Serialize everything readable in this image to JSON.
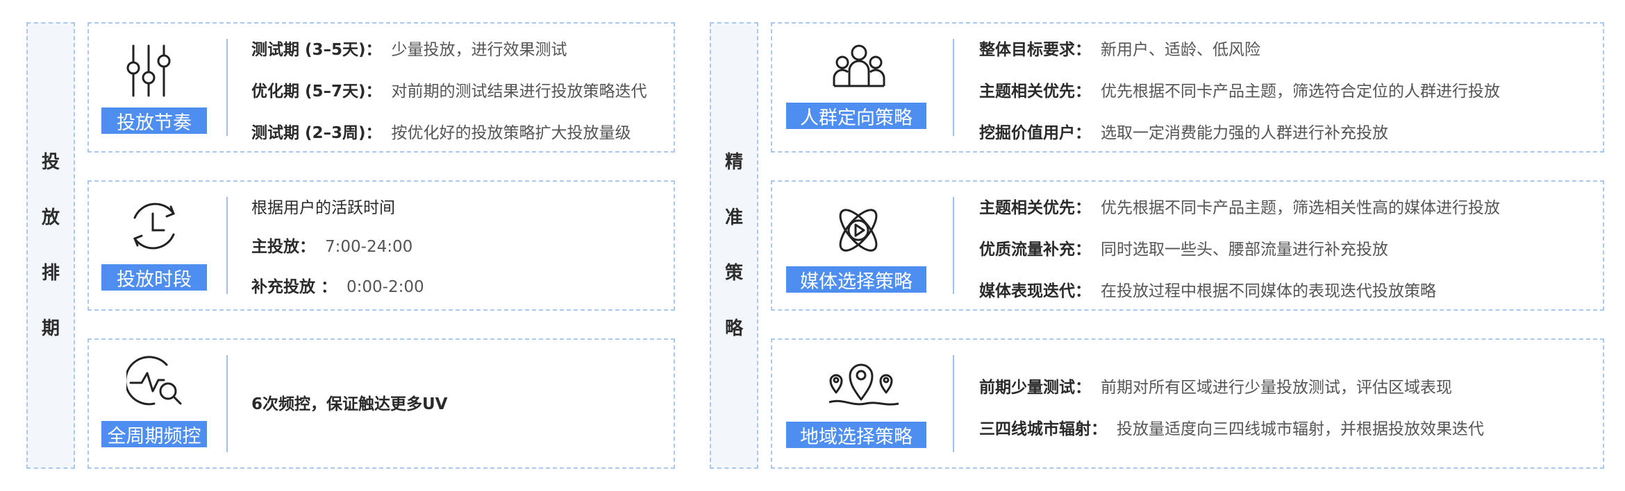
{
  "left_section": {
    "label_chars": [
      "投",
      "放",
      "排",
      "期"
    ],
    "cards": [
      {
        "icon": "sliders-icon",
        "tag": "投放节奏",
        "lines": [
          {
            "title": "测试期 (3–5天)：",
            "value": "少量投放，进行效果测试"
          },
          {
            "title": "优化期 (5–7天)：",
            "value": "对前期的测试结果进行投放策略迭代"
          },
          {
            "title": "测试期 (2–3周)：",
            "value": "按优化好的投放策略扩大投放量级"
          }
        ]
      },
      {
        "icon": "clock-icon",
        "tag": "投放时段",
        "intro": "根据用户的活跃时间",
        "lines": [
          {
            "title": "主投放：",
            "value": "7:00-24:00"
          },
          {
            "title": "补充投放 ：",
            "value": "0:00-2:00"
          }
        ]
      },
      {
        "icon": "analytics-search-icon",
        "tag": "全周期频控",
        "text": "6次频控，保证触达更多UV"
      }
    ]
  },
  "right_section": {
    "label_chars": [
      "精",
      "准",
      "策",
      "略"
    ],
    "cards": [
      {
        "icon": "people-group-icon",
        "tag": "人群定向策略",
        "lines": [
          {
            "title": "整体目标要求：",
            "value": "新用户、适龄、低风险"
          },
          {
            "title": "主题相关优先：",
            "value": "优先根据不同卡产品主题，筛选符合定位的人群进行投放"
          },
          {
            "title": "挖掘价值用户：",
            "value": "选取一定消费能力强的人群进行补充投放"
          }
        ]
      },
      {
        "icon": "media-orbit-play-icon",
        "tag": "媒体选择策略",
        "lines": [
          {
            "title": "主题相关优先：",
            "value": "优先根据不同卡产品主题，筛选相关性高的媒体进行投放"
          },
          {
            "title": "优质流量补充：",
            "value": "同时选取一些头、腰部流量进行补充投放"
          },
          {
            "title": "媒体表现迭代：",
            "value": "在投放过程中根据不同媒体的表现迭代投放策略"
          }
        ]
      },
      {
        "icon": "map-pins-icon",
        "tag": "地域选择策略",
        "lines": [
          {
            "title": "前期少量测试：",
            "value": "前期对所有区域进行少量投放测试，评估区域表现"
          },
          {
            "title": "三四线城市辐射：",
            "value": "投放量适度向三四线城市辐射，并根据投放效果迭代"
          }
        ]
      }
    ]
  }
}
